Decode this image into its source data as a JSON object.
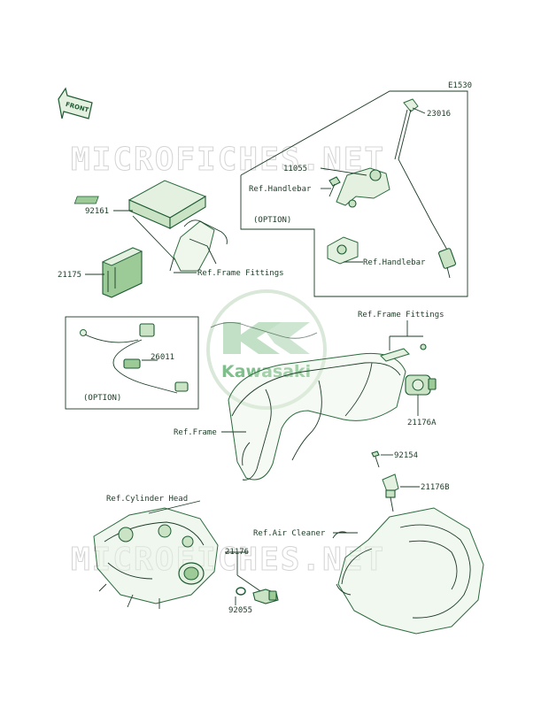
{
  "diagram_code": "E1530",
  "direction_label": "FRONT",
  "watermark": {
    "site": "MICROFICHES.NET",
    "brand": "Kawasaki"
  },
  "parts": {
    "p23016": "23016",
    "p11055": "11055",
    "p92161": "92161",
    "p21175": "21175",
    "p26011": "26011",
    "p21176A": "21176A",
    "p92154": "92154",
    "p21176B": "21176B",
    "p21176": "21176",
    "p92055": "92055"
  },
  "refs": {
    "handlebar_top": "Ref.Handlebar",
    "handlebar_bottom": "Ref.Handlebar",
    "frame_fittings_left": "Ref.Frame Fittings",
    "frame_fittings_right": "Ref.Frame Fittings",
    "frame": "Ref.Frame",
    "cylinder_head": "Ref.Cylinder Head",
    "air_cleaner": "Ref.Air Cleaner"
  },
  "option_labels": {
    "top": "(OPTION)",
    "left": "(OPTION)"
  }
}
